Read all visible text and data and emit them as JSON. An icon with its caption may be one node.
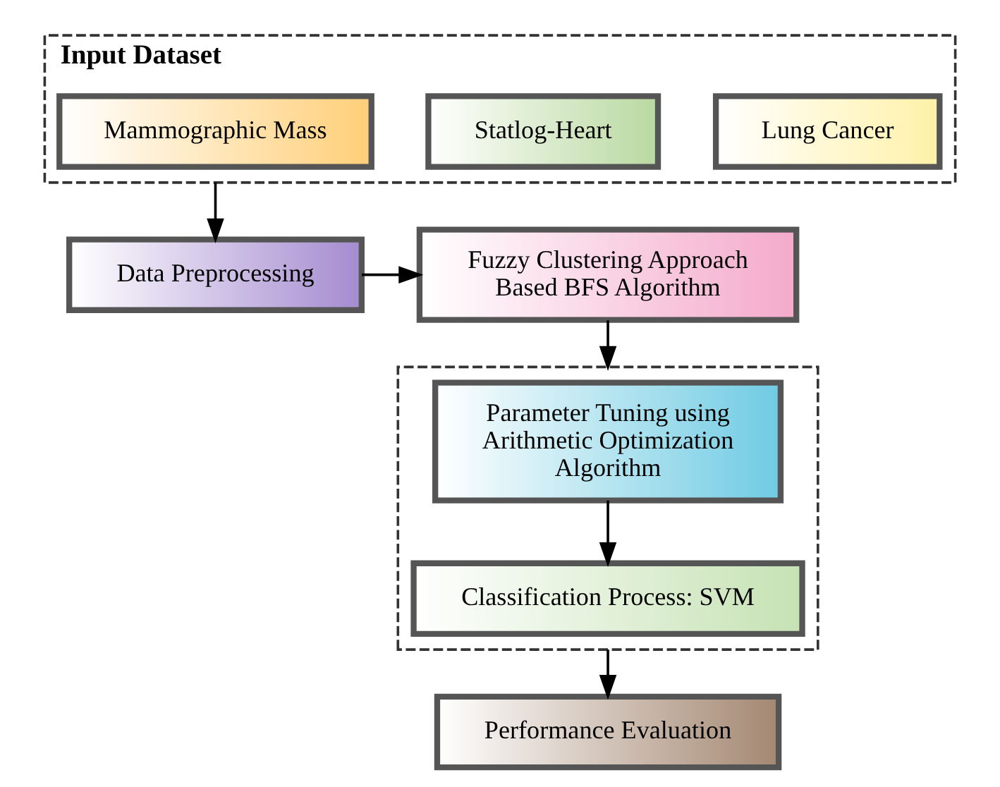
{
  "diagram": {
    "nodes": [
      {
        "text": [
          "Input Dataset"
        ]
      },
      {
        "text": [
          "Lung Cancer"
        ],
        "in": 0
      },
      {
        "text": [
          "Statlog-Heart"
        ],
        "in": 0
      },
      {
        "text": [
          "Mammographic Mass"
        ],
        "in": 0
      },
      {
        "text": [
          "Data Preprocessing"
        ]
      },
      {
        "text": [
          "Fuzzy Clustering Approach Based BFS Algorithm"
        ]
      },
      {
        "text": [],
        "shape": "box"
      },
      {
        "text": [
          "Parameter Tuning using Arithmetic Optimization Algorithm"
        ],
        "in": 6
      },
      {
        "text": [
          "Classification Process: SVM"
        ],
        "in": 6
      },
      {
        "text": [
          "Performance Evaluation"
        ]
      }
    ],
    "edges": [
      {
        "from": 0,
        "to": 4,
        "arrow": "to"
      },
      {
        "from": 4,
        "to": 5,
        "arrow": "to"
      },
      {
        "from": 5,
        "to": 6,
        "arrow": "to"
      },
      {
        "from": 7,
        "to": 8,
        "arrow": "to"
      },
      {
        "from": 6,
        "to": 9,
        "arrow": "to"
      }
    ]
  }
}
